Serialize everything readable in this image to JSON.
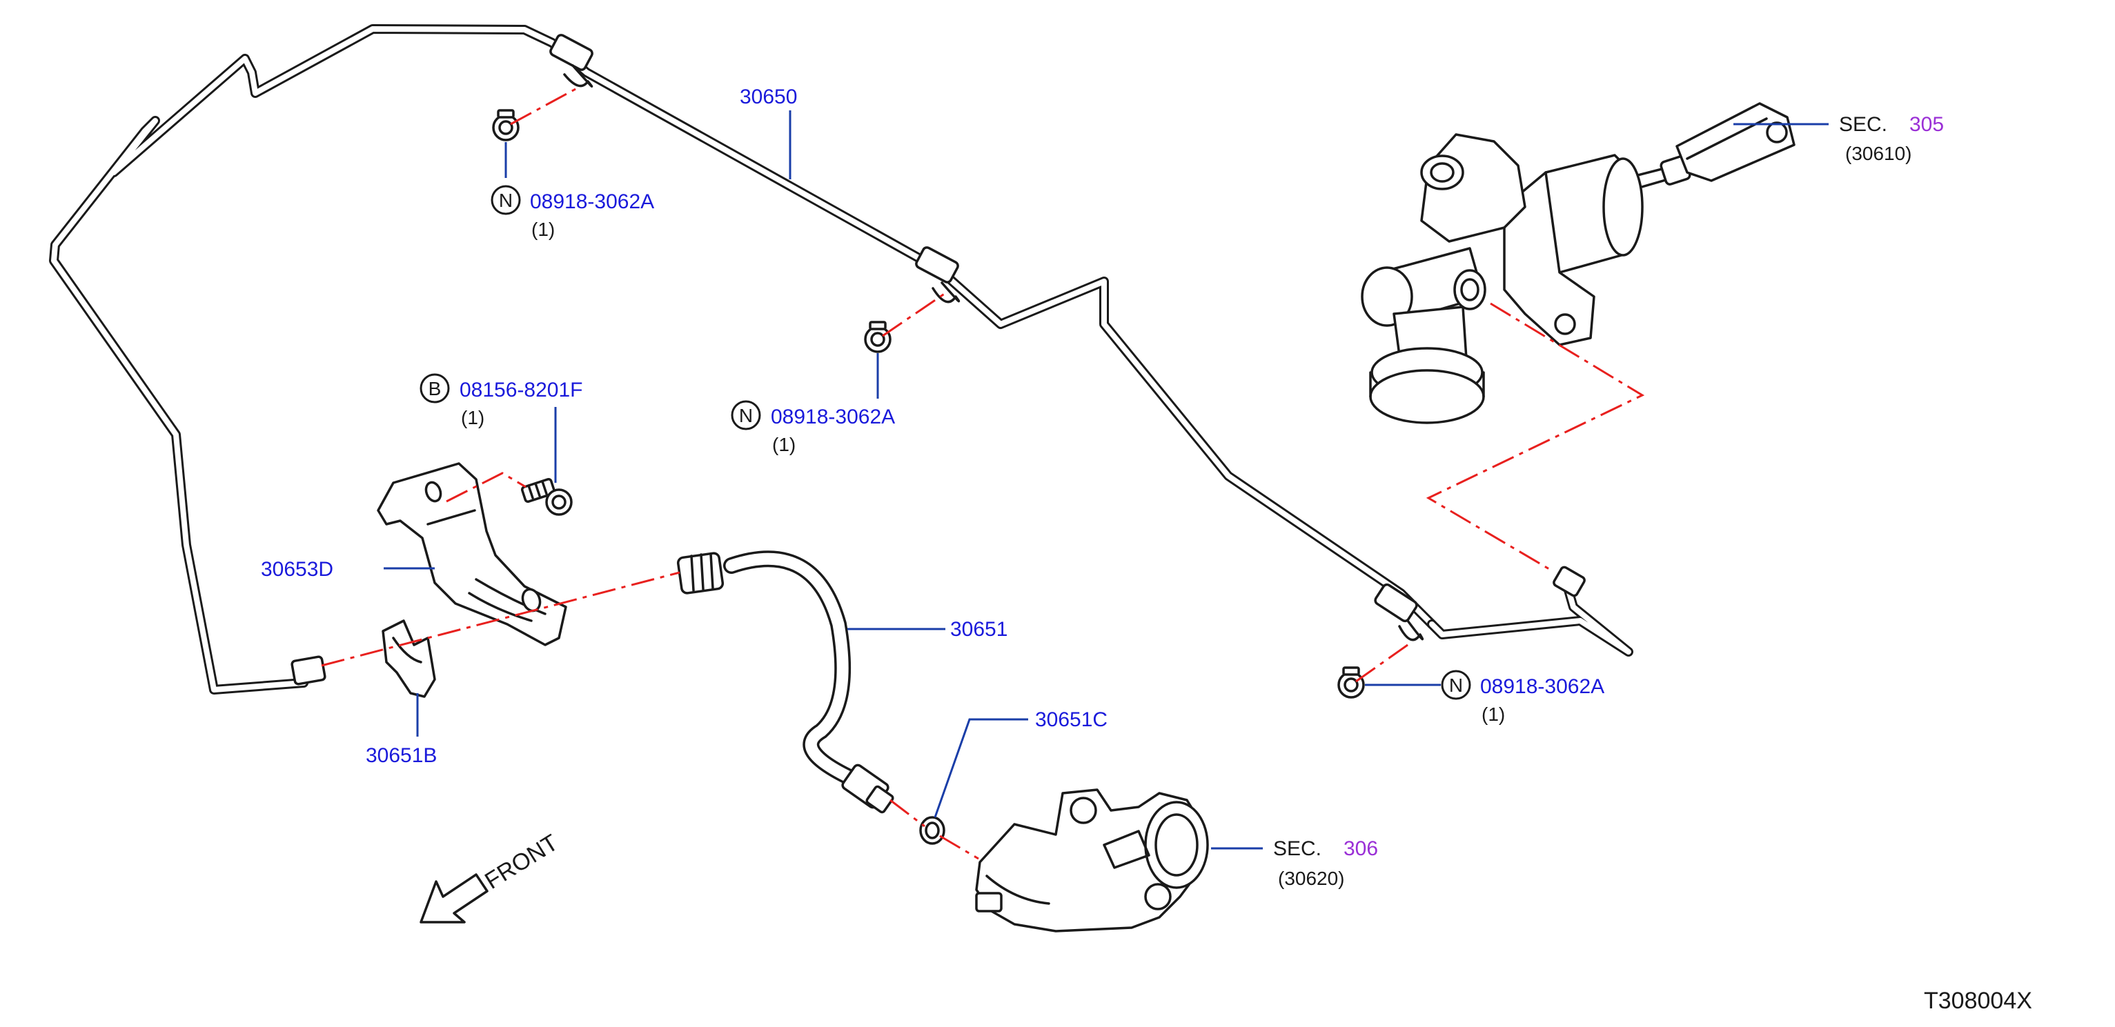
{
  "diagram_id": "T308004X",
  "colors": {
    "part_number": "#1a1adb",
    "section_ref": "#9a2fd6",
    "text": "#1a1a1a",
    "leader": "#1a3ea8",
    "centerline": "#e8201e"
  },
  "callouts": {
    "c30650": {
      "part": "30650"
    },
    "c30651": {
      "part": "30651"
    },
    "c30651c": {
      "part": "30651C"
    },
    "c30651b": {
      "part": "30651B"
    },
    "c30653d": {
      "part": "30653D"
    },
    "nut_top": {
      "symbol": "N",
      "part": "08918-3062A",
      "qty": "(1)"
    },
    "nut_mid": {
      "symbol": "N",
      "part": "08918-3062A",
      "qty": "(1)"
    },
    "nut_right": {
      "symbol": "N",
      "part": "08918-3062A",
      "qty": "(1)"
    },
    "bolt": {
      "symbol": "B",
      "part": "08156-8201F",
      "qty": "(1)"
    },
    "sec305": {
      "prefix": "SEC.",
      "section": "305",
      "ref": "(30610)"
    },
    "sec306": {
      "prefix": "SEC.",
      "section": "306",
      "ref": "(30620)"
    }
  },
  "front_marker": {
    "label": "FRONT",
    "icon": "front-arrow-icon"
  }
}
